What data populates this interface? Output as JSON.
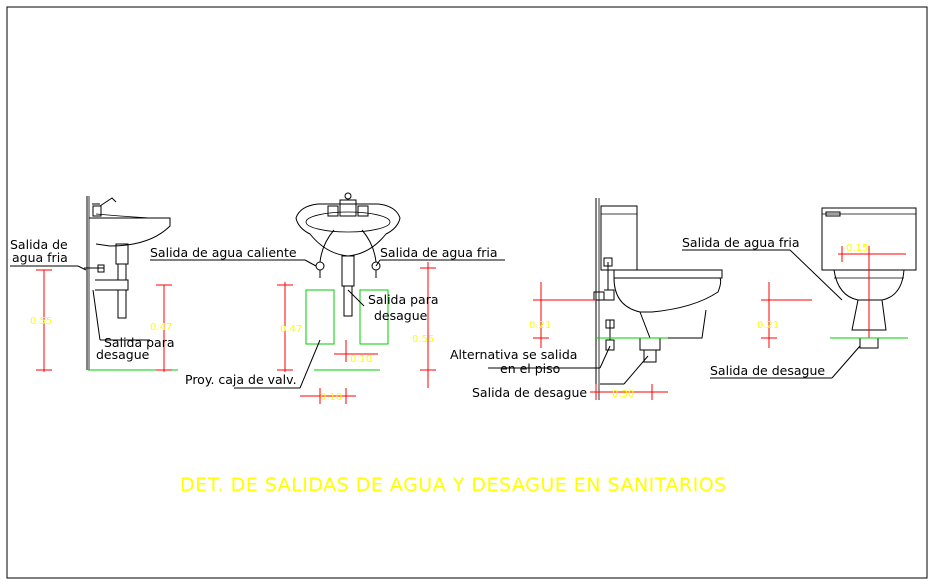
{
  "title": "DET. DE SALIDAS DE AGUA Y DESAGUE EN SANITARIOS",
  "labels": {
    "lav1_fria": "Salida de",
    "lav1_fria2": "agua fria",
    "lav1_desague": "Salida para",
    "lav1_desague2": "desague",
    "lav2_caliente": "Salida de agua caliente",
    "lav2_fria": "Salida de agua fria",
    "lav2_desague": "Salida para",
    "lav2_desague2": "desague",
    "lav2_caja": "Proy. caja de valv.",
    "inod1_alt": "Alternativa se salida",
    "inod1_alt2": "en el piso",
    "inod1_desague": "Salida de desague",
    "inod2_fria": "Salida de agua fria",
    "inod2_desague": "Salida de desague"
  },
  "dimensions": {
    "lav1_h": "0.55",
    "lav1_d": "0.47",
    "lav2_h1": "0.47",
    "lav2_h2": "0.55",
    "lav2_w1": "0.10",
    "lav2_w2": "0.10",
    "inod1_h": "0.21",
    "inod1_w": "0.30",
    "inod2_h": "0.21",
    "inod2_w": "0.15"
  },
  "colors": {
    "dimension": "#ffff00",
    "dimension_line": "#ff0000",
    "floor_line": "#00cc00",
    "linework": "#000000"
  }
}
